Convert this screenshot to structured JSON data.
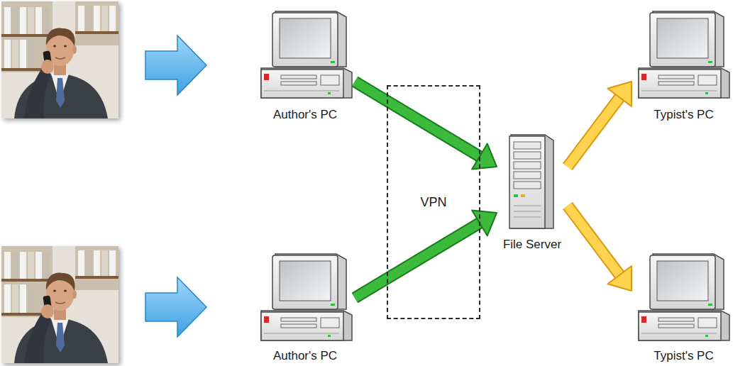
{
  "diagram": {
    "nodes": [
      {
        "text": [
          "Author's PC"
        ]
      },
      {
        "text": [
          "Typist's PC"
        ]
      },
      {
        "text": [
          "VPN"
        ]
      },
      {
        "text": [
          "File Server"
        ]
      },
      {
        "text": [
          "Author's PC"
        ]
      },
      {
        "text": [
          "Typist's PC"
        ]
      }
    ],
    "edges": [
      {
        "from": 0,
        "to": 3,
        "arrow": "to"
      },
      {
        "from": 4,
        "to": 3,
        "arrow": "to"
      },
      {
        "from": 3,
        "to": 1,
        "arrow": "to"
      },
      {
        "from": 3,
        "to": 5,
        "arrow": "to"
      }
    ]
  }
}
